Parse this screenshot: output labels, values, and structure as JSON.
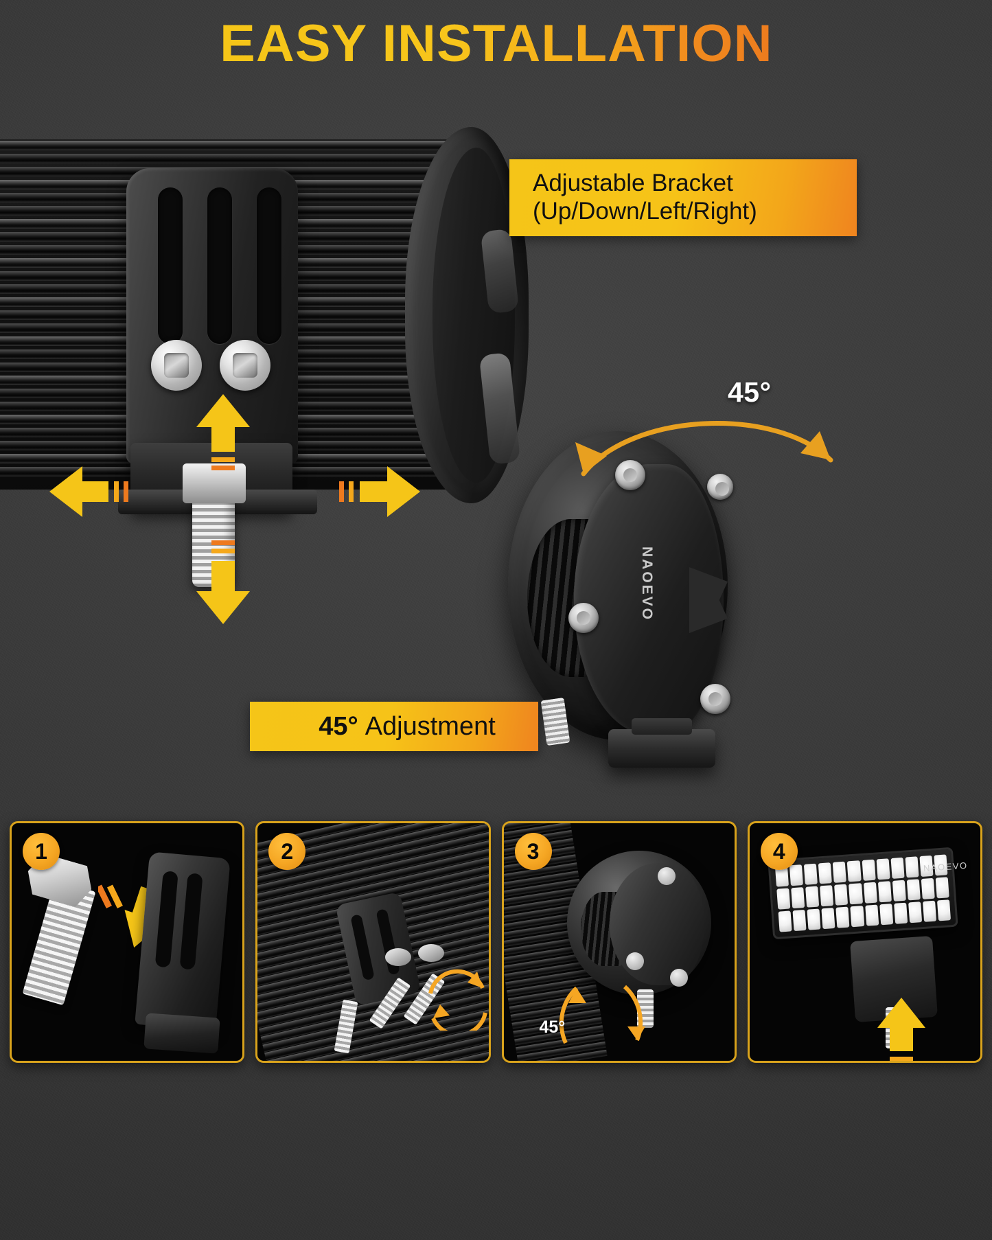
{
  "page": {
    "title": "EASY INSTALLATION",
    "background_color": "#383838",
    "accent_yellow": "#F5C518",
    "accent_orange": "#EF841F",
    "badge_color": "#F5A623",
    "border_gold": "#D9A31C"
  },
  "callouts": {
    "bracket": {
      "line1": "Adjustable Bracket",
      "line2": "(Up/Down/Left/Right)"
    },
    "adjustment": {
      "degrees": "45°",
      "label": "Adjustment"
    }
  },
  "hero": {
    "arc_label": "45°",
    "brand": "NAOEVO",
    "arrows": [
      {
        "name": "arrow-up",
        "direction": "up",
        "color": "#F5C518"
      },
      {
        "name": "arrow-down",
        "direction": "down",
        "color": "#F5C518"
      },
      {
        "name": "arrow-left",
        "direction": "left",
        "color": "#F5C518"
      },
      {
        "name": "arrow-right",
        "direction": "right",
        "color": "#F5C518"
      }
    ]
  },
  "steps": [
    {
      "number": "1",
      "name": "step-bolt-into-bracket"
    },
    {
      "number": "2",
      "name": "step-attach-bracket-to-bar"
    },
    {
      "number": "3",
      "name": "step-adjust-angle",
      "angle_label": "45°"
    },
    {
      "number": "4",
      "name": "step-mount-light"
    }
  ]
}
